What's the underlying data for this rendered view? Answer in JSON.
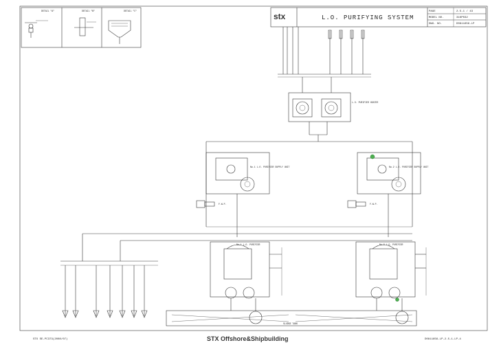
{
  "title_block": {
    "logo": "stx",
    "title": "L.O. PURIFYING SYSTEM",
    "page_label": "PAGE",
    "page_value": "2.5-1 / 43",
    "model_label": "MODEL NO.",
    "model_value": "31KP032",
    "dwg_label": "DWG. NO.",
    "dwg_value": "D0811656-LP"
  },
  "details": {
    "detail_a": "DETAIL \"A\"",
    "detail_b": "DETAIL \"B\"",
    "detail_c": "DETAIL \"C\""
  },
  "components": {
    "heater_label": "L.O. PURIFIER HEATER",
    "purifier_1": "No.1 L.O. PURIFIER",
    "purifier_2": "No.2 L.O. PURIFIER",
    "supply_unit_1": "No.1 L.O. PURIFIER SUPPLY UNIT",
    "supply_unit_2": "No.2 L.O. PURIFIER SUPPLY UNIT",
    "sludge_tank": "SLUDGE TANK",
    "pump_1": "F.W.P.",
    "pump_2": "F.W.P."
  },
  "footer": {
    "left_code": "STX SE-PC373(2008/07)",
    "center_brand": "STX Offshore&Shipbuilding",
    "right_code": "D0811656-LP-2.5-1-LP-4"
  }
}
